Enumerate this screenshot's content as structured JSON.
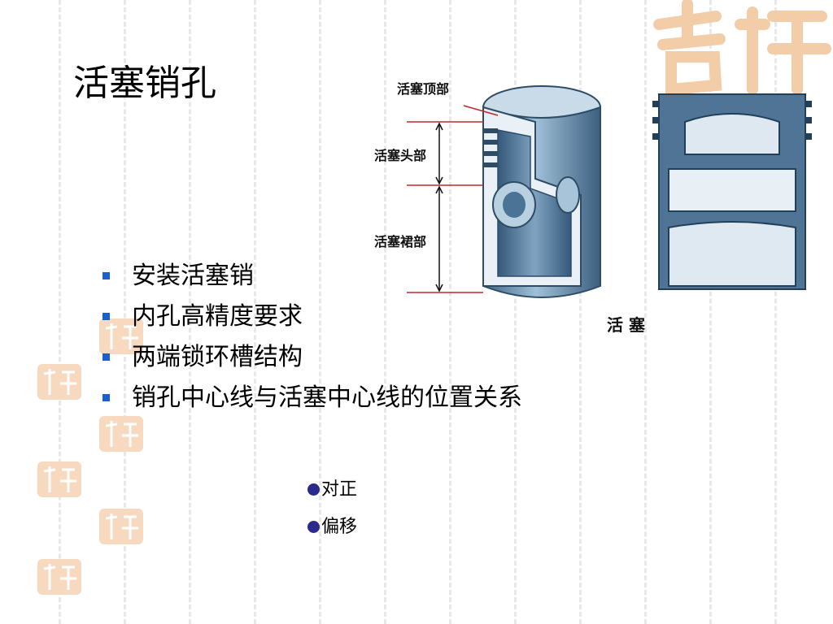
{
  "slide": {
    "title": "活塞销孔",
    "bullets": [
      "安装活塞销",
      "内孔高精度要求",
      "两端锁环槽结构",
      "销孔中心线与活塞中心线的位置关系"
    ],
    "sub_bullets": [
      "对正",
      "偏移"
    ]
  },
  "figure": {
    "labels": {
      "crown": "活塞顶部",
      "head": "活塞头部",
      "skirt": "活塞裙部",
      "caption": "活 塞"
    }
  },
  "colors": {
    "bullet_square": "#1a5fd0",
    "sub_dot": "#2a2a8c",
    "seal": "#f2c9a0",
    "piston": "#5f87a8"
  },
  "decor": {
    "seal_text": "吉祥如意",
    "icon": "auspicious-seal-icon"
  }
}
